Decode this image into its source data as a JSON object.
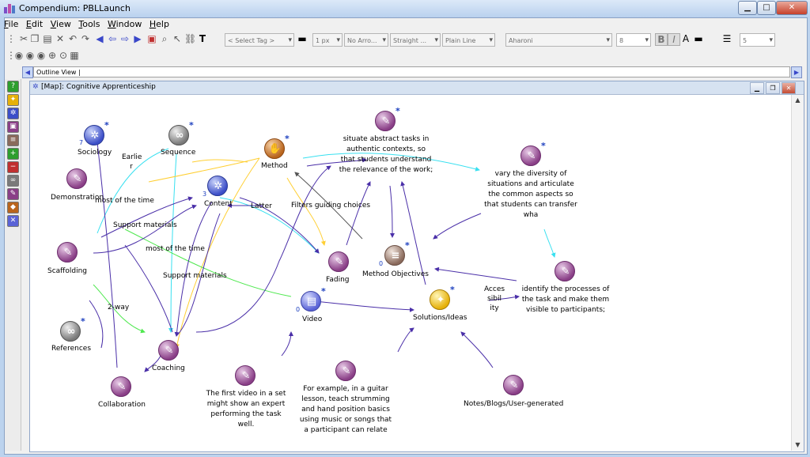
{
  "window": {
    "title": "Compendium: PBLLaunch",
    "controls": [
      "minimize",
      "maximize",
      "close"
    ]
  },
  "menu": [
    "File",
    "Edit",
    "View",
    "Tools",
    "Window",
    "Help"
  ],
  "toolbar": {
    "tag_select": "< Select Tag >",
    "line_width": "1 px",
    "arrow_style": "No Arro...",
    "link_style": "Straight ...",
    "line_pattern": "Plain Line",
    "font_family": "Aharoni",
    "font_size": "8",
    "bold": "B",
    "italic": "I",
    "spacing_value": "5"
  },
  "outline_view": "Outline View |",
  "map": {
    "title": "[Map]: Cognitive Apprenticeship"
  },
  "nodes": {
    "sociology": {
      "label": "Sociology",
      "count": "7",
      "icon": "map-icon"
    },
    "sequence": {
      "label": "Sequence",
      "icon": "reference-icon"
    },
    "method": {
      "label": "Method",
      "icon": "argument-icon"
    },
    "situate": {
      "label": "situate abstract tasks in authentic contexts, so that students understand the relevance of the work;",
      "icon": "question-icon"
    },
    "vary": {
      "label": "vary the diversity of situations and articulate the common aspects so that students can transfer wha",
      "icon": "question-icon"
    },
    "demonstration": {
      "label": "Demonstration",
      "icon": "question-icon"
    },
    "content": {
      "label": "Content",
      "count": "3",
      "icon": "map-icon"
    },
    "scaffolding": {
      "label": "Scaffolding",
      "icon": "question-icon"
    },
    "fading": {
      "label": "Fading",
      "icon": "question-icon"
    },
    "method_objectives": {
      "label": "Method Objectives",
      "count": "0",
      "icon": "list-icon"
    },
    "identify": {
      "label": "identify the processes of the task and make them visible to participants;",
      "icon": "question-icon"
    },
    "video": {
      "label": "Video",
      "count": "0",
      "icon": "movie-icon"
    },
    "solutions": {
      "label": "Solutions/Ideas",
      "icon": "idea-icon"
    },
    "references": {
      "label": "References",
      "icon": "reference-icon"
    },
    "coaching": {
      "label": "Coaching",
      "icon": "question-icon"
    },
    "collaboration": {
      "label": "Collaboration",
      "icon": "question-icon"
    },
    "first_video": {
      "label": "The first video in a set might show an expert performing the task well.",
      "icon": "question-icon"
    },
    "guitar": {
      "label": "For example, in a guitar lesson, teach strumming and hand position basics using music or songs that a participant can relate to. Consider negotiating",
      "icon": "question-icon"
    },
    "notes": {
      "label": "Notes/Blogs/User-generated",
      "icon": "question-icon"
    }
  },
  "link_labels": {
    "earlier": "Earlie r",
    "most1": "most of the time",
    "support1": "Support materials",
    "most2": "most of the time",
    "support2": "Support materials",
    "later": "Latter",
    "filters": "Filters guiding choices",
    "twoway": "2-way",
    "access": "Acces sibil ity"
  },
  "colors": {
    "link_purple": "#4a2fa8",
    "link_cyan": "#38e0f0",
    "link_yellow": "#ffcf33",
    "link_green": "#4fe84f",
    "link_gray": "#555555",
    "star_blue": "#1c3fbf"
  }
}
